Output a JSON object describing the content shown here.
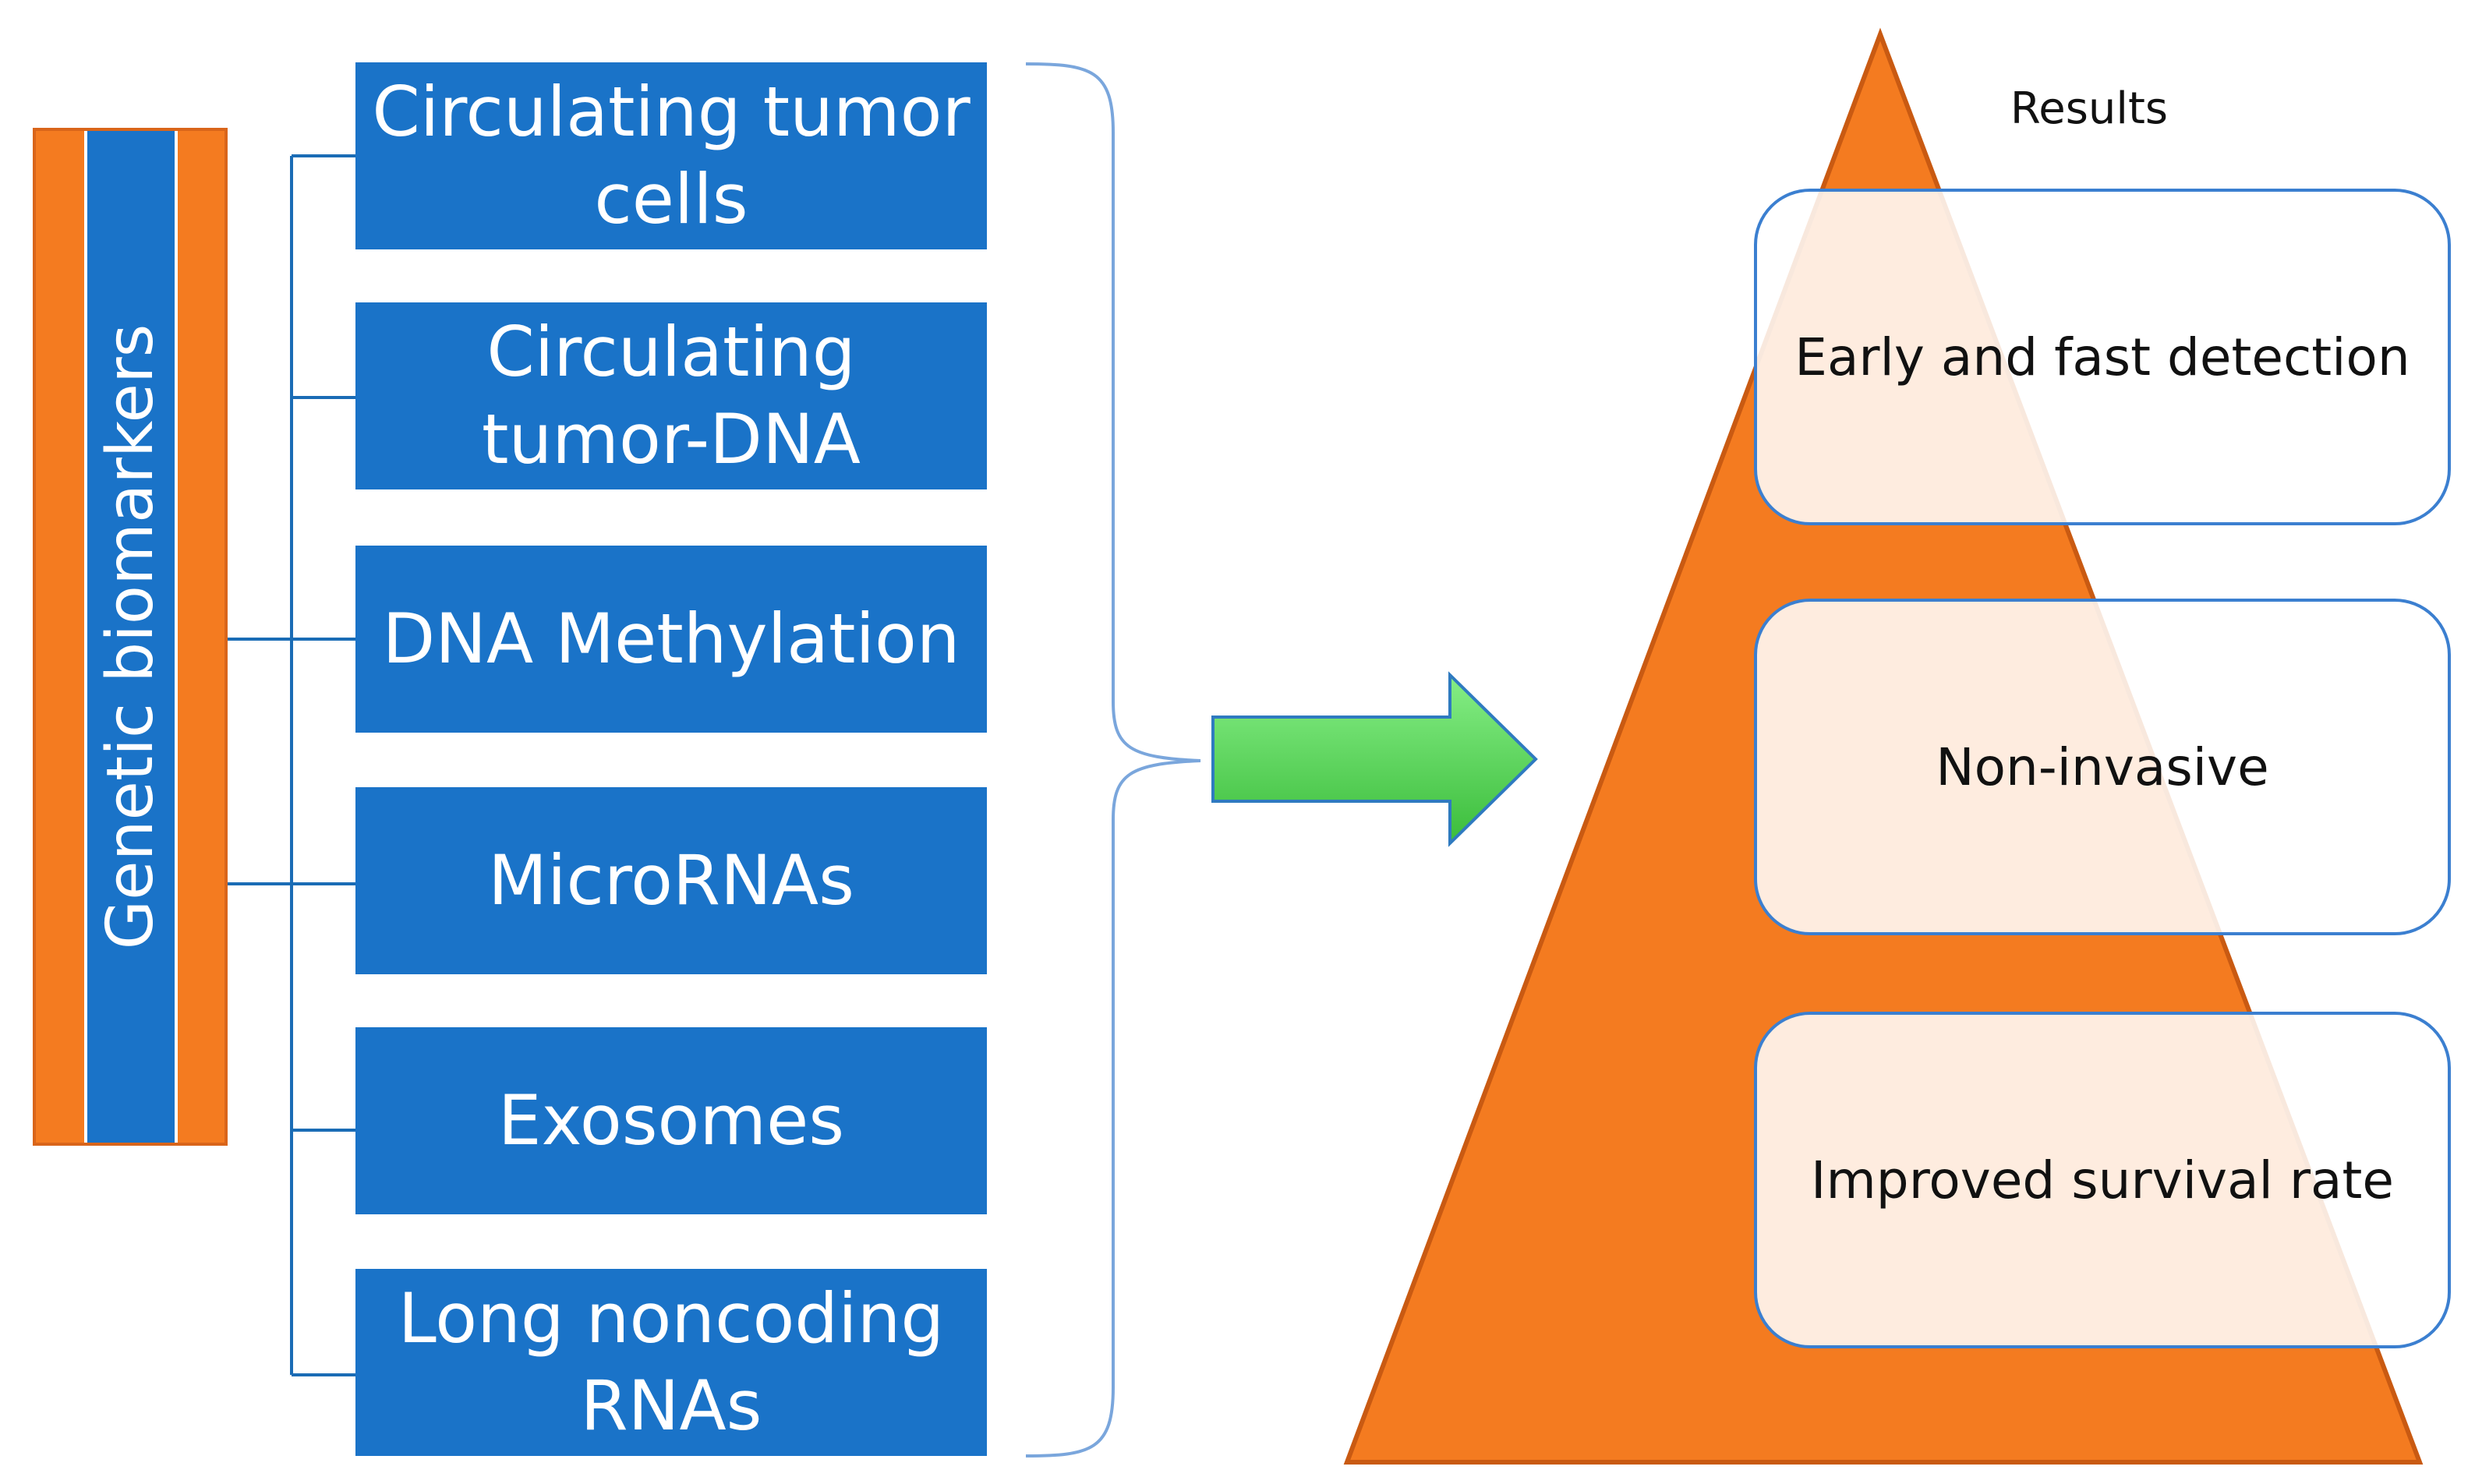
{
  "biomarker_category": "Genetic biomarkers",
  "biomarkers": [
    "Circulating tumor cells",
    "Circulating tumor-DNA",
    "DNA Methylation",
    "MicroRNAs",
    "Exosomes",
    "Long noncoding RNAs"
  ],
  "results": {
    "title": "Results",
    "items": [
      "Early and fast detection",
      "Non-invasive",
      "Improved survival rate"
    ]
  },
  "colors": {
    "blue": "#1a73c8",
    "orange": "#f47b20",
    "arrow_green": "#4cc94c",
    "result_border": "#3b7fd0"
  }
}
